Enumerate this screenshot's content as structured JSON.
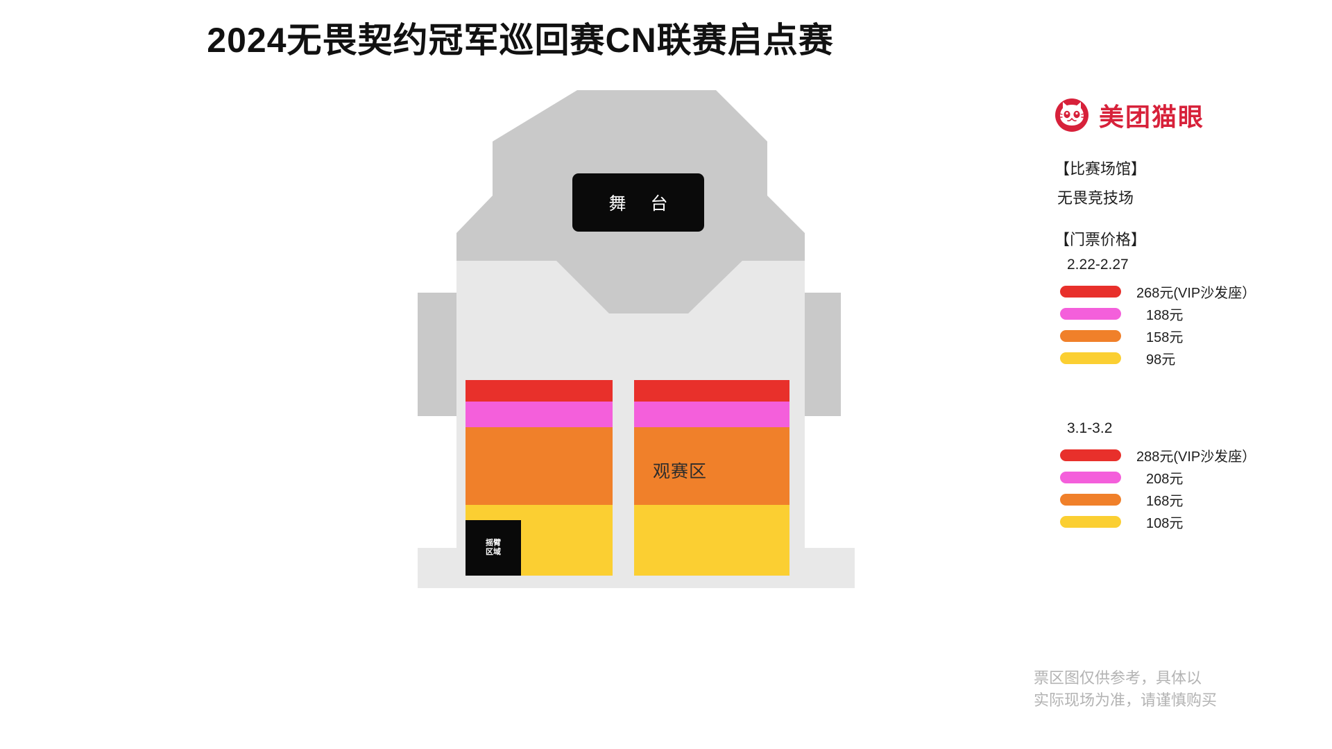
{
  "title": "2024无畏契约冠军巡回赛CN联赛启点赛",
  "map": {
    "stage_label": "舞 台",
    "viewing_area_label": "观赛区",
    "crane_label_line1": "摇臂",
    "crane_label_line2": "区域",
    "seat_bands": [
      {
        "name": "vip-sofa",
        "color": "#E8302B",
        "height_pct": 11
      },
      {
        "name": "tier-2",
        "color": "#F45FDB",
        "height_pct": 13
      },
      {
        "name": "tier-3",
        "color": "#F0802A",
        "height_pct": 40
      },
      {
        "name": "tier-4",
        "color": "#FBCF32",
        "height_pct": 36
      }
    ],
    "venue_outline_color": "#C9C9C9",
    "venue_inner_color": "#E8E8E8",
    "aisle_color": "#FFFFFF"
  },
  "brand": {
    "logo_icon": "cat-face-icon",
    "name": "美团猫眼",
    "color": "#D7213A"
  },
  "venue_section": {
    "heading": "【比赛场馆】",
    "value": "无畏竞技场"
  },
  "price_section": {
    "heading": "【门票价格】",
    "blocks": [
      {
        "date_range": "2.22-2.27",
        "tiers": [
          {
            "color": "#E8302B",
            "label": "268元(VIP沙发座）"
          },
          {
            "color": "#F45FDB",
            "label": "188元"
          },
          {
            "color": "#F0802A",
            "label": "158元"
          },
          {
            "color": "#FBCF32",
            "label": "98元"
          }
        ]
      },
      {
        "date_range": "3.1-3.2",
        "tiers": [
          {
            "color": "#E8302B",
            "label": "288元(VIP沙发座）"
          },
          {
            "color": "#F45FDB",
            "label": "208元"
          },
          {
            "color": "#F0802A",
            "label": "168元"
          },
          {
            "color": "#FBCF32",
            "label": "108元"
          }
        ]
      }
    ]
  },
  "disclaimer": {
    "line1": "票区图仅供参考，具体以",
    "line2": "实际现场为准，请谨慎购买"
  }
}
